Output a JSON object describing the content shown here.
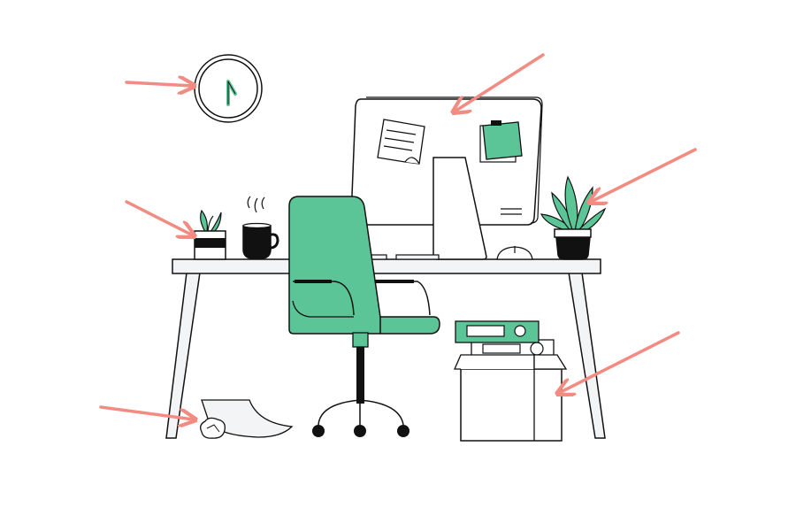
{
  "colors": {
    "background": "#ffffff",
    "outline": "#111111",
    "accent_green": "#5cc597",
    "arrow_salmon": "#f28b82",
    "surface_light": "#f2f4f5"
  },
  "objects": [
    {
      "name": "wall-clock",
      "icon": "clock-icon"
    },
    {
      "name": "computer-monitor",
      "icon": "monitor-icon"
    },
    {
      "name": "sticky-note-paper",
      "icon": "note-icon"
    },
    {
      "name": "sticky-note-green",
      "icon": "note-icon"
    },
    {
      "name": "potted-plant-large",
      "icon": "plant-icon"
    },
    {
      "name": "pencil-cup-plant",
      "icon": "plant-icon"
    },
    {
      "name": "coffee-mug",
      "icon": "mug-icon"
    },
    {
      "name": "desk",
      "icon": "desk-icon"
    },
    {
      "name": "office-chair",
      "icon": "chair-icon"
    },
    {
      "name": "computer-mouse",
      "icon": "mouse-icon"
    },
    {
      "name": "keyboard",
      "icon": "keyboard-icon"
    },
    {
      "name": "cardboard-box",
      "icon": "box-icon"
    },
    {
      "name": "binder-stack",
      "icon": "binder-icon"
    },
    {
      "name": "crumpled-paper",
      "icon": "paper-icon"
    }
  ],
  "arrows": [
    {
      "target": "wall-clock"
    },
    {
      "target": "computer-monitor"
    },
    {
      "target": "potted-plant-large"
    },
    {
      "target": "pencil-cup-plant"
    },
    {
      "target": "cardboard-box"
    },
    {
      "target": "crumpled-paper"
    }
  ]
}
